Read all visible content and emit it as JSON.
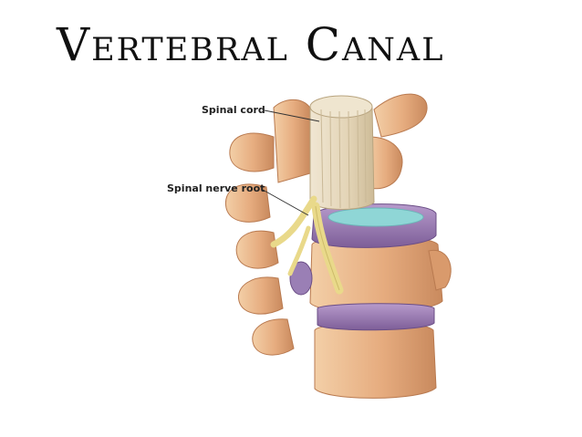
{
  "slide": {
    "title": "Vertebral Canal"
  },
  "diagram": {
    "labels": {
      "spinal_cord": "Spinal cord",
      "spinal_nerve_root": "Spinal nerve root"
    },
    "colors": {
      "bone": "#e8b488",
      "bone_dark": "#c98a5e",
      "bone_light": "#f6d6b3",
      "disc": "#8e6fa8",
      "disc_light": "#b79bcc",
      "nucleus": "#8fd6d6",
      "cord": "#e8dcc3",
      "cord_line": "#c9b896",
      "nerve": "#e9d98a"
    }
  }
}
